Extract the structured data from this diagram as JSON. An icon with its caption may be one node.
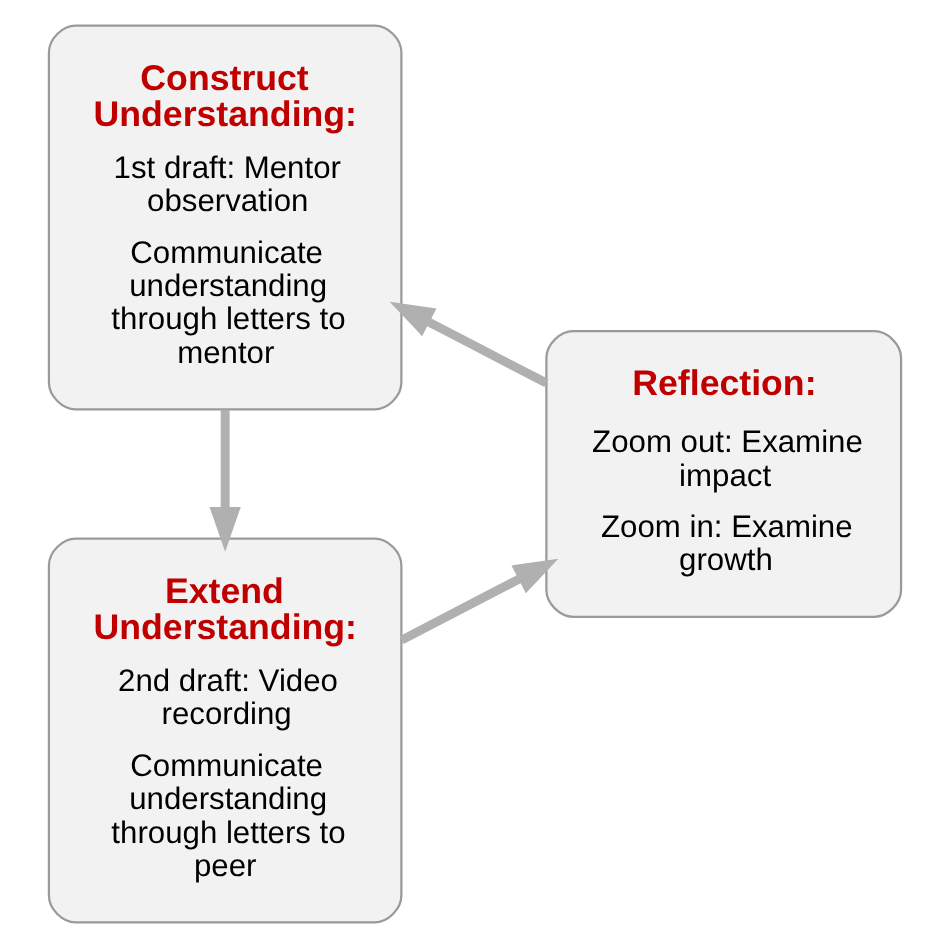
{
  "diagram": {
    "nodes": [
      {
        "text": [
          "Construct Understanding:",
          "1st draft: Mentor observation",
          "Communicate understanding through letters to mentor"
        ]
      },
      {
        "text": [
          "Extend Understanding:",
          "2nd draft: Video recording",
          "Communicate understanding through letters to peer"
        ]
      },
      {
        "text": [
          "Reflection:",
          "Zoom out: Examine impact",
          "Zoom in: Examine growth"
        ]
      }
    ],
    "edges": [
      {
        "from": 0,
        "to": 1,
        "arrow": "to"
      },
      {
        "from": 1,
        "to": 2,
        "arrow": "to"
      },
      {
        "from": 2,
        "to": 0,
        "arrow": "to"
      }
    ]
  }
}
